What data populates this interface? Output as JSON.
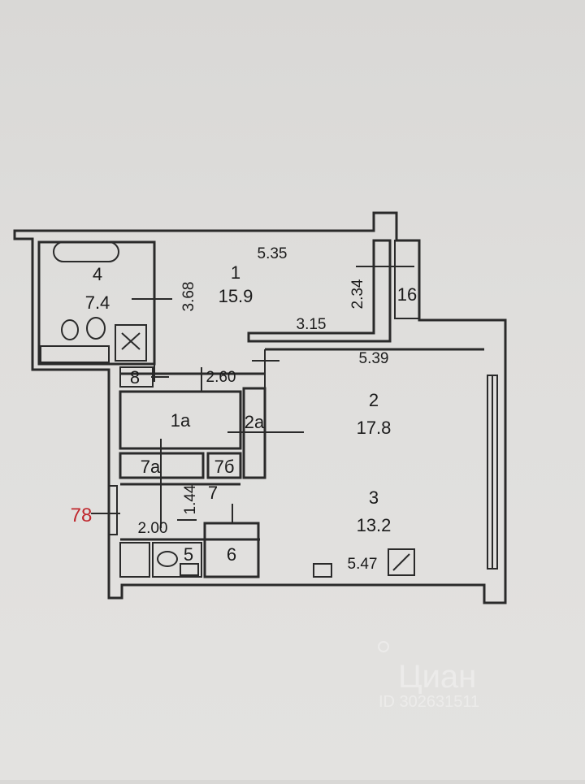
{
  "rooms": {
    "r1_num": "1",
    "r1_area": "15.9",
    "r1a": "1a",
    "r2_num": "2",
    "r2_area": "17.8",
    "r2a": "2a",
    "r3_num": "3",
    "r3_area": "13.2",
    "r4_num": "4",
    "r4_area": "7.4",
    "r5": "5",
    "r6": "6",
    "r7": "7",
    "r7a": "7a",
    "r7b": "7б",
    "r8": "8",
    "r16": "16"
  },
  "dimensions": {
    "d535": "5.35",
    "d368": "3.68",
    "d234": "2.34",
    "d315": "3.15",
    "d539": "5.39",
    "d260": "2.60",
    "d144": "1.44",
    "d200": "2.00",
    "d547": "5.47"
  },
  "apartment_number": "78",
  "watermark": {
    "brand": "Циан",
    "id": "ID 302631511"
  },
  "colors": {
    "apartment_number": "#c0272d",
    "walls": "#2a2a2a"
  }
}
